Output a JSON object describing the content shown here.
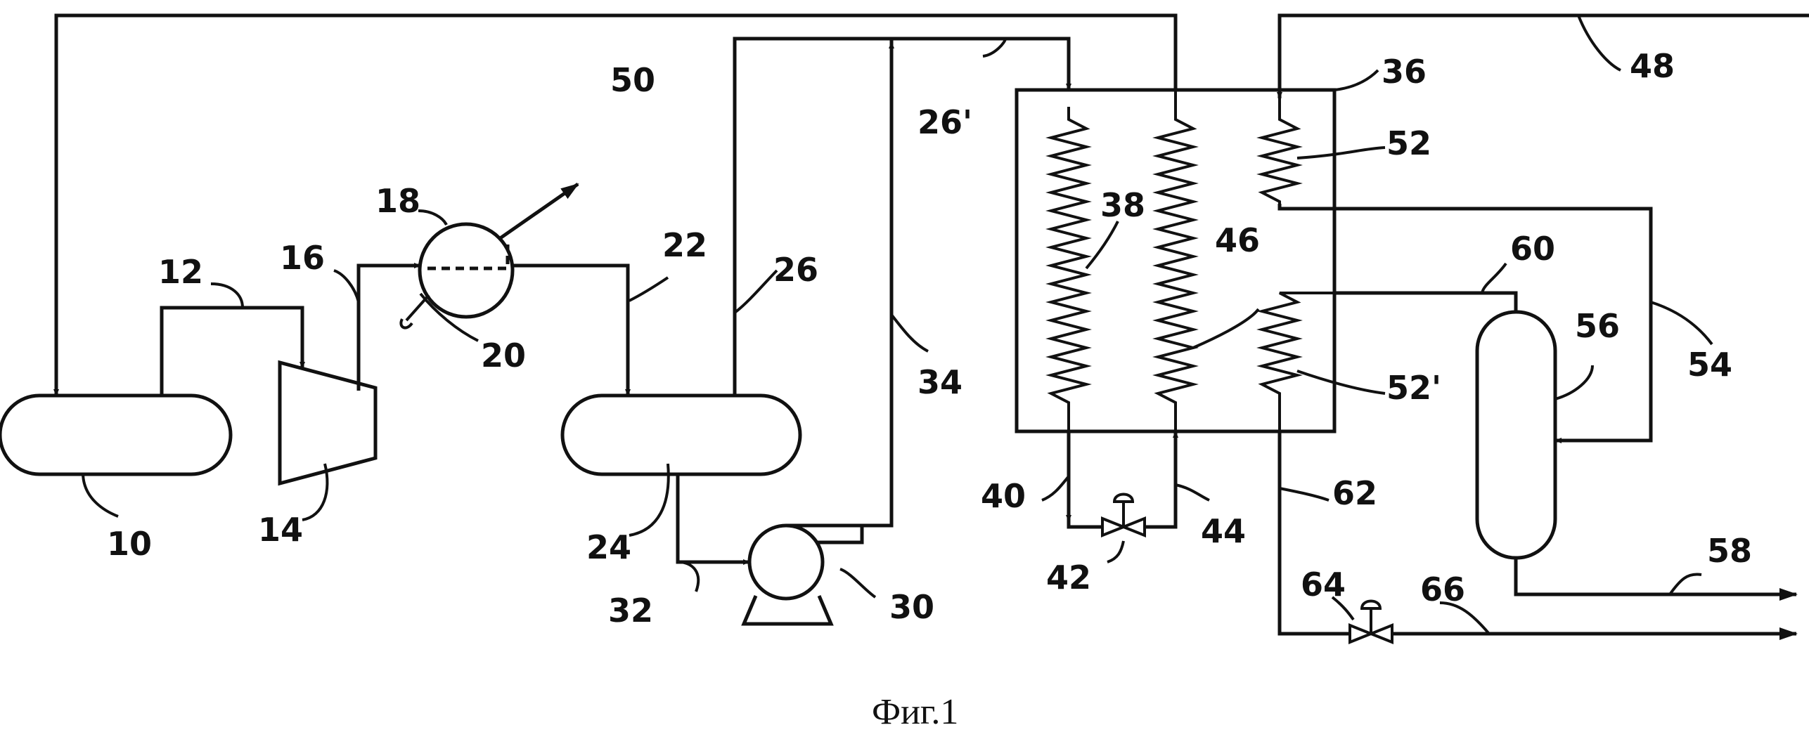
{
  "figure": {
    "caption": "Фиг.1",
    "labels": {
      "l10": "10",
      "l12": "12",
      "l14": "14",
      "l16": "16",
      "l18": "18",
      "l20": "20",
      "l22": "22",
      "l24": "24",
      "l26": "26",
      "l26p": "26'",
      "l30": "30",
      "l32": "32",
      "l34": "34",
      "l36": "36",
      "l38": "38",
      "l40": "40",
      "l42": "42",
      "l44": "44",
      "l46": "46",
      "l48": "48",
      "l50": "50",
      "l52": "52",
      "l52p": "52'",
      "l54": "54",
      "l56": "56",
      "l58": "58",
      "l60": "60",
      "l62": "62",
      "l64": "64",
      "l66": "66"
    }
  }
}
